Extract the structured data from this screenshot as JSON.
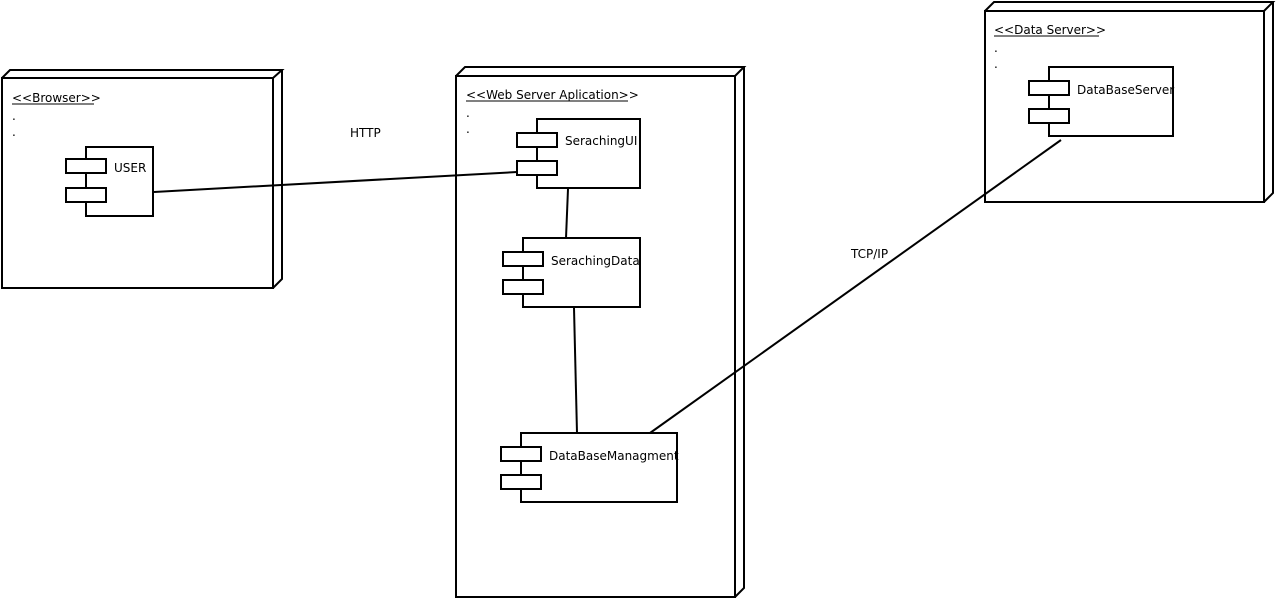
{
  "diagram": {
    "type": "UML deployment diagram",
    "nodes": {
      "browser": {
        "stereotype": "<<Browser>>",
        "dots": [
          ".",
          "."
        ],
        "components": {
          "user": {
            "name": "USER"
          }
        }
      },
      "web_server": {
        "stereotype": "<<Web Server Aplication>>",
        "dots": [
          ".",
          "."
        ],
        "components": {
          "searching_ui": {
            "name": "SerachingUI"
          },
          "searching_data": {
            "name": "SerachingData"
          },
          "db_management": {
            "name": "DataBaseManagment"
          }
        }
      },
      "data_server": {
        "stereotype": "<<Data Server>>",
        "dots": [
          ".",
          "."
        ],
        "components": {
          "db_server": {
            "name": "DataBaseServer"
          }
        }
      }
    },
    "connections": [
      {
        "from": "USER",
        "to": "SerachingUI",
        "label": "HTTP"
      },
      {
        "from": "SerachingUI",
        "to": "SerachingData",
        "label": ""
      },
      {
        "from": "SerachingData",
        "to": "DataBaseManagment",
        "label": ""
      },
      {
        "from": "DataBaseManagment",
        "to": "DataBaseServer",
        "label": "TCP/IP"
      }
    ],
    "labels": {
      "http": "HTTP",
      "tcpip": "TCP/IP"
    }
  }
}
